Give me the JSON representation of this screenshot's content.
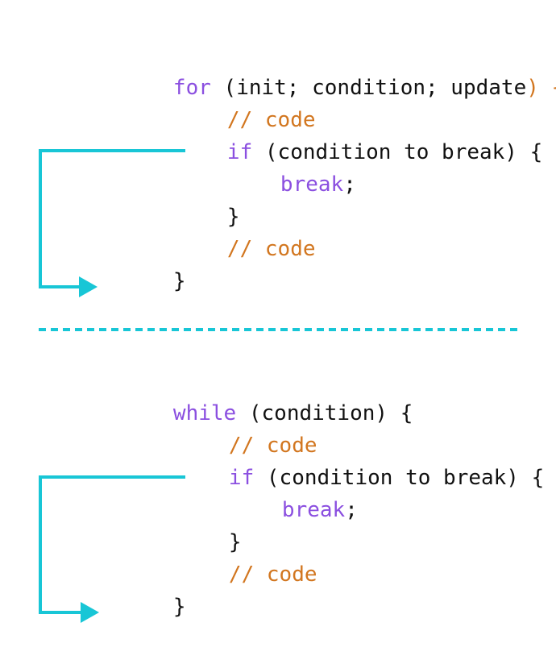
{
  "colors": {
    "keyword": "#8b4fe0",
    "comment": "#d2761f",
    "text": "#111111",
    "arrow": "#18c6d6",
    "divider": "#18c6d6"
  },
  "for_block": {
    "line1": {
      "keyword": "for",
      "text": " (init; condition; update",
      "accent": ") {"
    },
    "line2": {
      "comment": "// code"
    },
    "line3": {
      "keyword": "if",
      "text": " (condition to break) {"
    },
    "line4": {
      "keyword": "break",
      "text": ";"
    },
    "line5": {
      "text": "}"
    },
    "line6": {
      "comment": "// code"
    },
    "line7": {
      "text": "}"
    }
  },
  "while_block": {
    "line1": {
      "keyword": "while",
      "text": " (condition) {"
    },
    "line2": {
      "comment": "// code"
    },
    "line3": {
      "keyword": "if",
      "text": " (condition to break) {"
    },
    "line4": {
      "keyword": "break",
      "text": ";"
    },
    "line5": {
      "text": "}"
    },
    "line6": {
      "comment": "// code"
    },
    "line7": {
      "text": "}"
    }
  }
}
